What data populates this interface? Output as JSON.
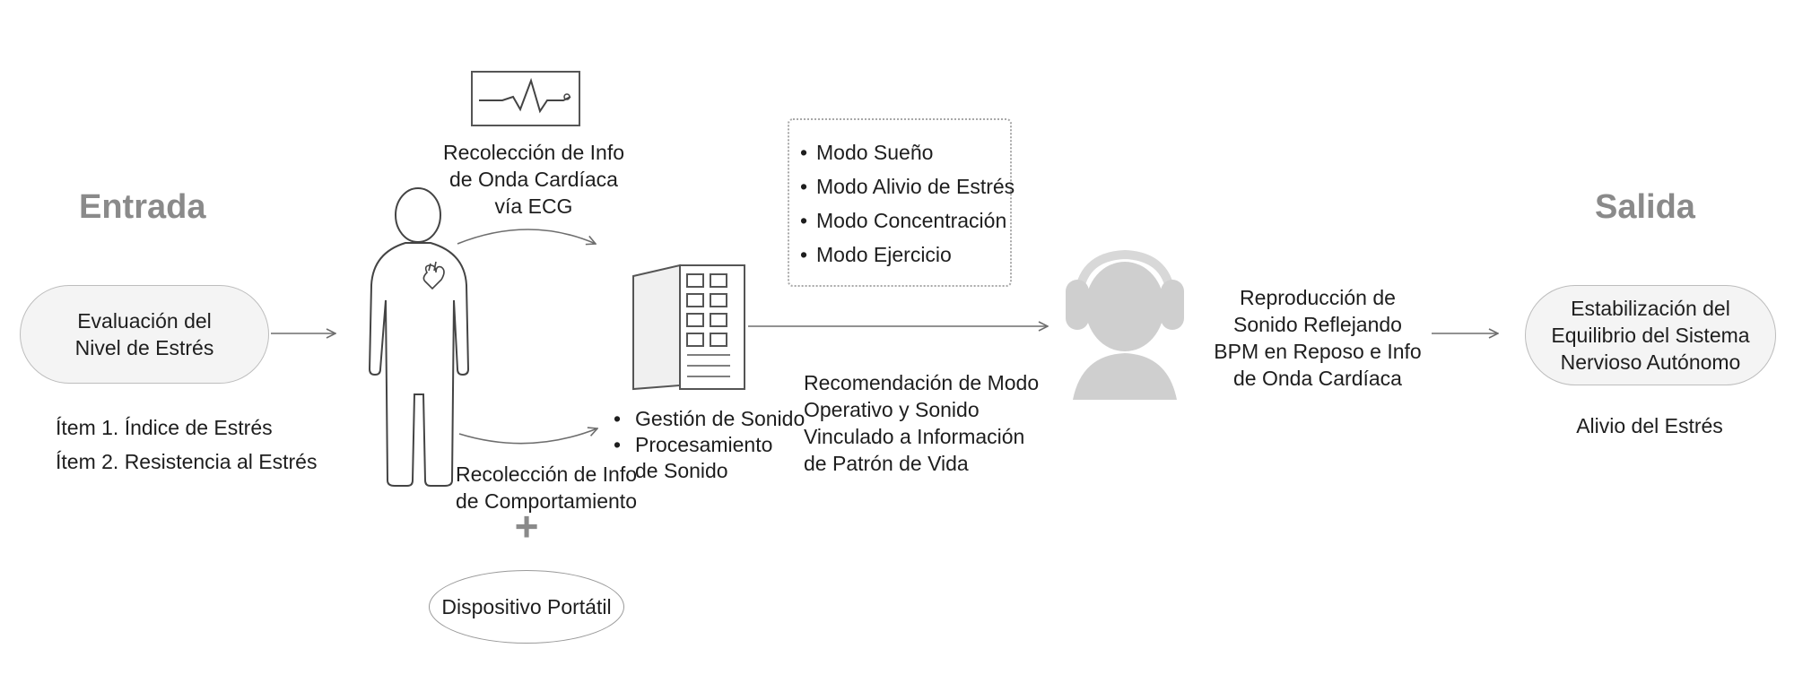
{
  "input_heading": "Entrada",
  "output_heading": "Salida",
  "stress_eval": {
    "lines": [
      "Evaluación del",
      "Nivel de Estrés"
    ]
  },
  "items": [
    "Ítem 1. Índice de Estrés",
    "Ítem 2. Resistencia al Estrés"
  ],
  "ecg_collection": {
    "lines": [
      "Recolección de Info",
      "de Onda Cardíaca",
      "vía ECG"
    ]
  },
  "behavior_collection": {
    "lines": [
      "Recolección de Info",
      "de Comportamiento"
    ]
  },
  "plus_symbol": "+",
  "wearable_device": "Dispositivo Portátil",
  "modes": [
    "Modo Sueño",
    "Modo Alivio de Estrés",
    "Modo Concentración",
    "Modo Ejercicio"
  ],
  "server_bullets": [
    {
      "lines": [
        "Gestión de Sonido"
      ]
    },
    {
      "lines": [
        "Procesamiento",
        "de Sonido"
      ]
    }
  ],
  "recommendation": {
    "lines": [
      "Recomendación de Modo",
      "Operativo y Sonido",
      "Vinculado a Información",
      "de Patrón de Vida"
    ]
  },
  "playback": {
    "lines": [
      "Reproducción de",
      "Sonido Reflejando",
      "BPM en Reposo e Info",
      "de Onda Cardíaca"
    ]
  },
  "stabilization": {
    "lines": [
      "Estabilización del",
      "Equilibrio del Sistema",
      "Nervioso Autónomo"
    ]
  },
  "relief": "Alivio del Estrés",
  "bullet_char": "•",
  "colors": {
    "heading": "#8a8a8a",
    "line": "#6e6e6e",
    "pill_bg": "#f4f4f4",
    "headphone_gray": "#cfcfcf"
  },
  "icons": [
    "person-icon",
    "heart-icon",
    "ecg-monitor-icon",
    "server-icon",
    "headphone-user-icon"
  ]
}
